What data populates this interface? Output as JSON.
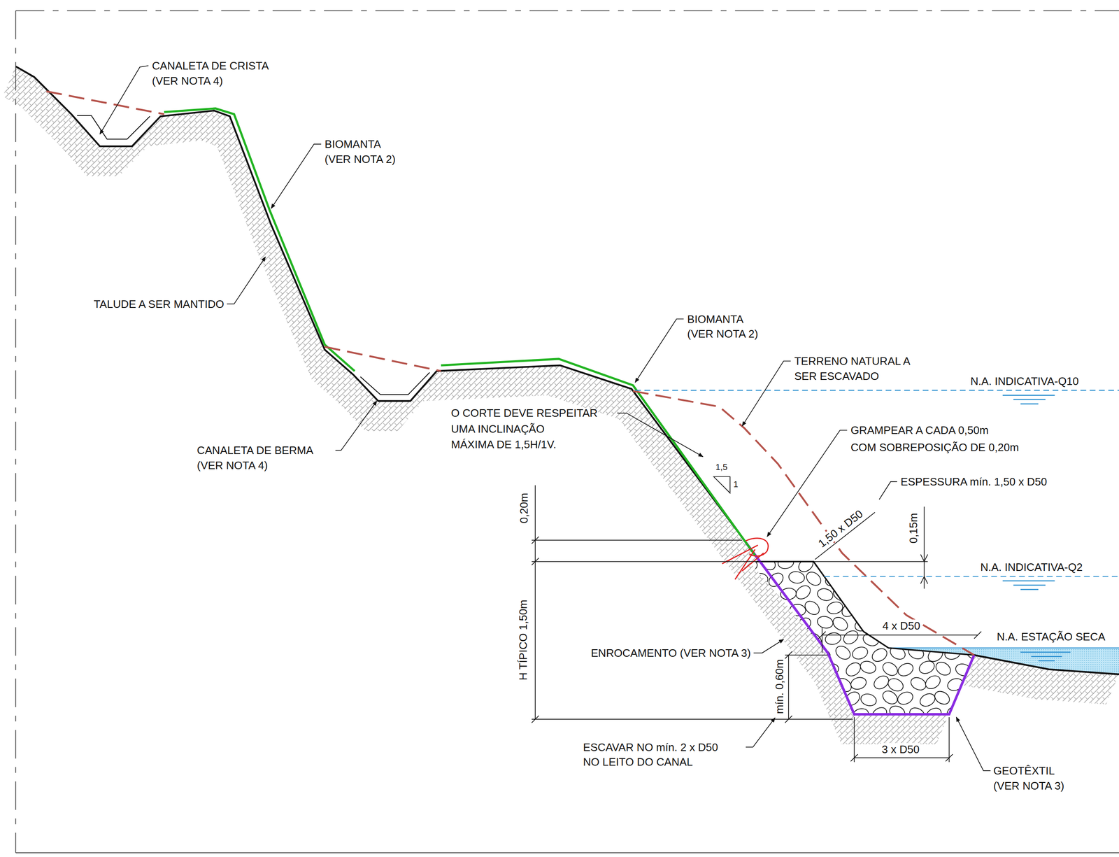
{
  "diagram": {
    "labels": [
      "CANALETA DE CRISTA",
      "(VER NOTA 4)",
      "BIOMANTA",
      "(VER NOTA 2)",
      "TALUDE A SER MANTIDO",
      "BIOMANTA",
      "(VER NOTA 2)",
      "TERRENO NATURAL A",
      "SER ESCAVADO",
      "N.A. INDICATIVA-Q10",
      "O CORTE DEVE RESPEITAR",
      "UMA INCLINAÇÃO",
      "MÁXIMA DE 1,5H/1V.",
      "GRAMPEAR A CADA 0,50m",
      "COM SOBREPOSIÇÃO DE 0,20m",
      "CANALETA DE BERMA",
      "(VER NOTA 4)",
      "1,5",
      "1",
      "ESPESSURA mín. 1,50 x D50",
      "0,20m",
      "1,50 x D50",
      "0,15m",
      "N.A. INDICATIVA-Q2",
      "H TÍPICO 1,50m",
      "4 x D50",
      "N.A. ESTAÇÃO SECA",
      "ENROCAMENTO (VER NOTA 3)",
      "mín. 0,60m",
      "ESCAVAR NO mín. 2 x D50",
      "NO LEITO DO CANAL",
      "3 x D50",
      "GEOTÊXTIL",
      "(VER NOTA 3)"
    ]
  }
}
